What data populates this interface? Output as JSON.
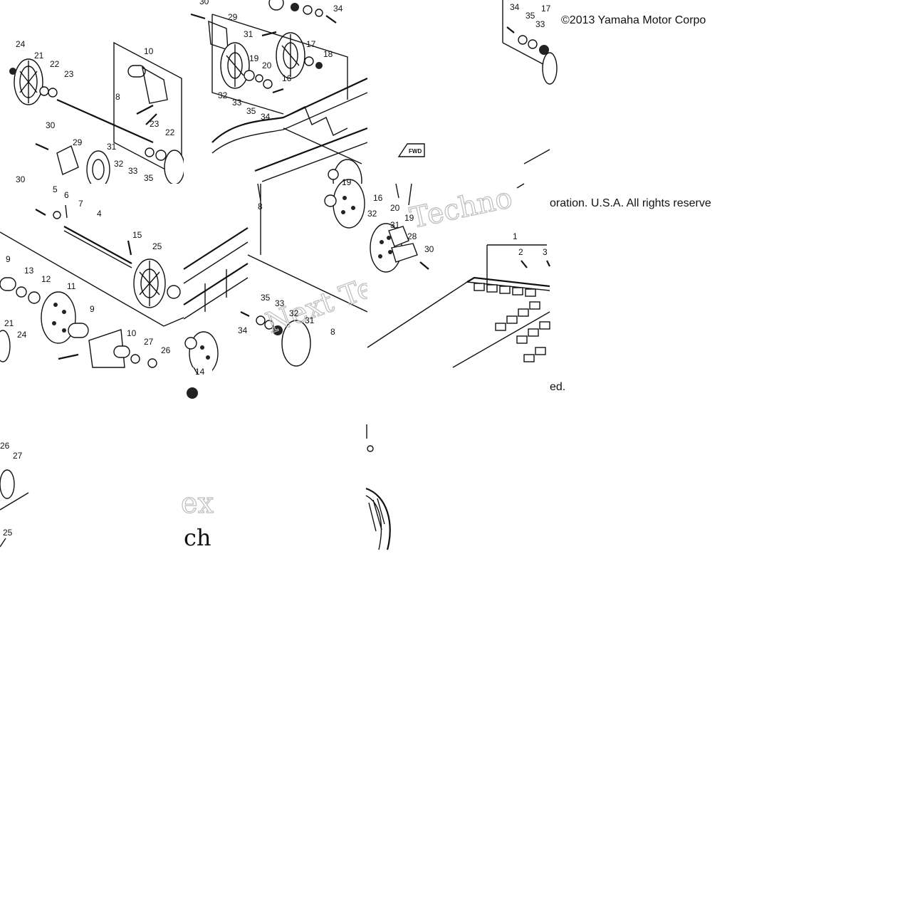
{
  "copyright": {
    "line1": "©2013 Yamaha Motor Corpo",
    "line2": "oration. U.S.A. All rights reserve",
    "line3": "ed."
  },
  "watermark": {
    "a": "Techno",
    "b": "Next Te",
    "c": "ex",
    "d": "ch"
  },
  "fwd_label": "FWD",
  "callouts": {
    "t1": [
      "24",
      "21",
      "22",
      "23",
      "10",
      "8",
      "30",
      "29",
      "31",
      "32",
      "33",
      "35",
      "23",
      "22",
      "30"
    ],
    "t2": [
      "30",
      "29",
      "31",
      "19",
      "20",
      "16",
      "17",
      "18",
      "32",
      "33",
      "35",
      "34",
      "34"
    ],
    "t3": [
      "34",
      "35",
      "17",
      "33"
    ],
    "t4": [
      "5",
      "6",
      "7",
      "4",
      "15",
      "25",
      "9",
      "13",
      "12",
      "11",
      "9",
      "10",
      "27",
      "26",
      "21",
      "24"
    ],
    "t5": [
      "8",
      "19",
      "35",
      "33",
      "32",
      "31",
      "34",
      "8",
      "14"
    ],
    "t6": [
      "16",
      "20",
      "19",
      "32",
      "31",
      "28",
      "30",
      "1",
      "2",
      "3"
    ],
    "t7": [
      "26",
      "27",
      "25"
    ]
  }
}
